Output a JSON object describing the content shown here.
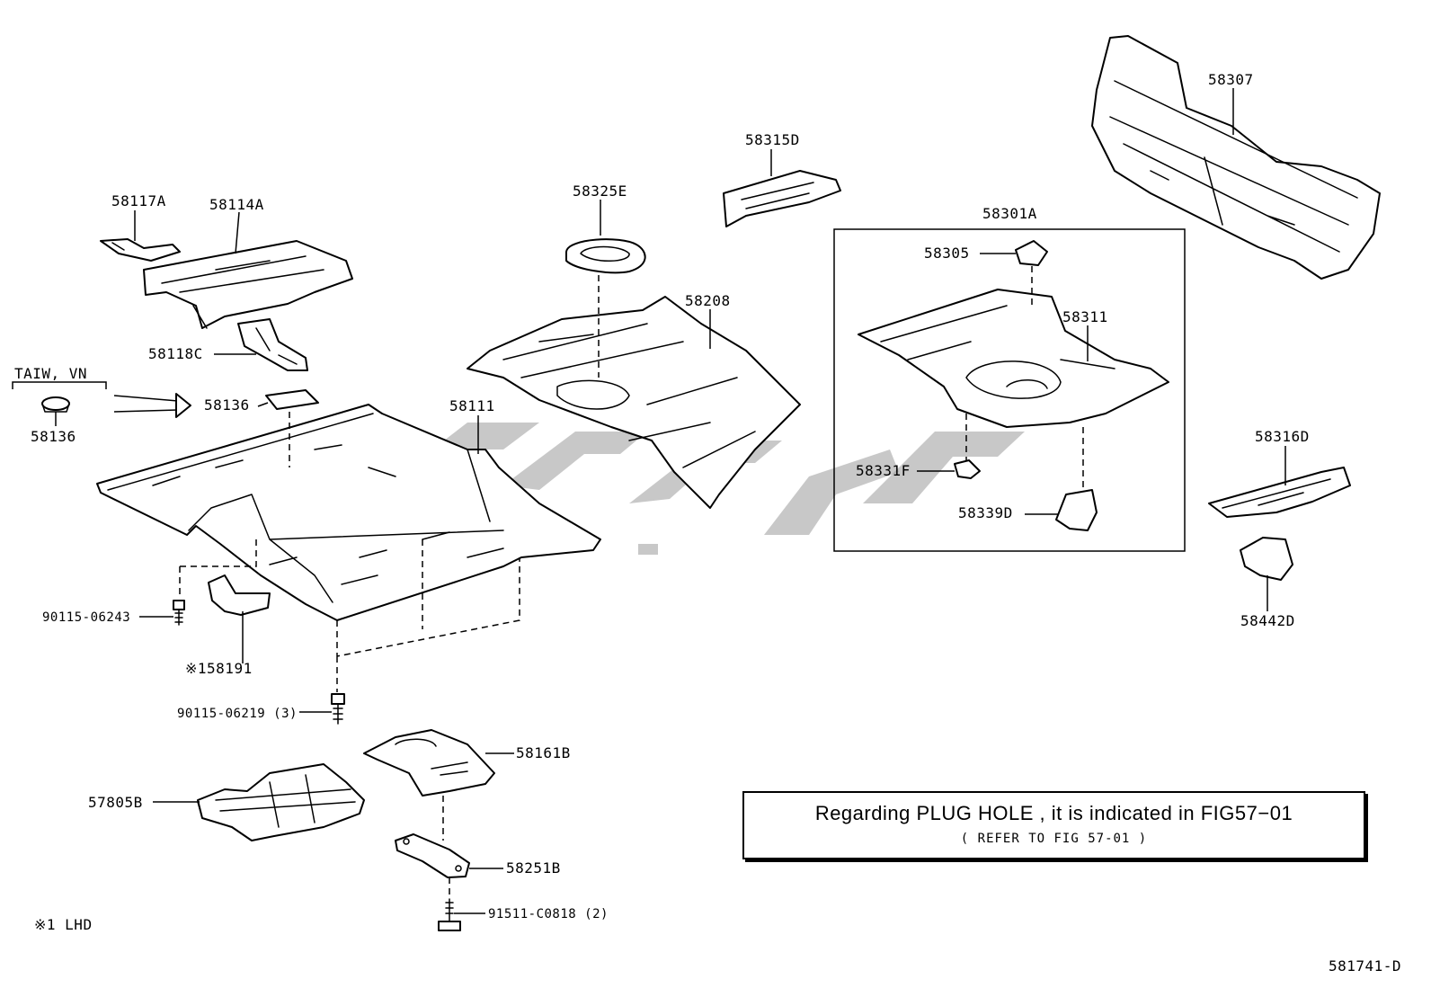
{
  "labels": {
    "p58117A": "58117A",
    "p58114A": "58114A",
    "p58118C": "58118C",
    "taiw": "TAIW, VN",
    "p58136a": "58136",
    "p58136b": "58136",
    "p58111": "58111",
    "p58325E": "58325E",
    "p58208": "58208",
    "p58315D": "58315D",
    "p58307": "58307",
    "p58301A": "58301A",
    "p58305": "58305",
    "p58311": "58311",
    "p58331F": "58331F",
    "p58339D": "58339D",
    "p58316D": "58316D",
    "p58442D": "58442D",
    "b9011506243": "90115-06243",
    "p158191": "※158191",
    "b9011506219": "90115-06219 (3)",
    "p58161B": "58161B",
    "p57805B": "57805B",
    "p58251B": "58251B",
    "b91511C0818": "91511-C0818 (2)"
  },
  "note": {
    "main": "Regarding PLUG HOLE , it is indicated in FIG57−01",
    "sub": "( REFER TO FIG 57-01 )"
  },
  "footnote": "※1  LHD",
  "figure_code": "581741-D",
  "colors": {
    "line": "#000000",
    "background": "#ffffff",
    "watermark": "#9a9a9a"
  }
}
